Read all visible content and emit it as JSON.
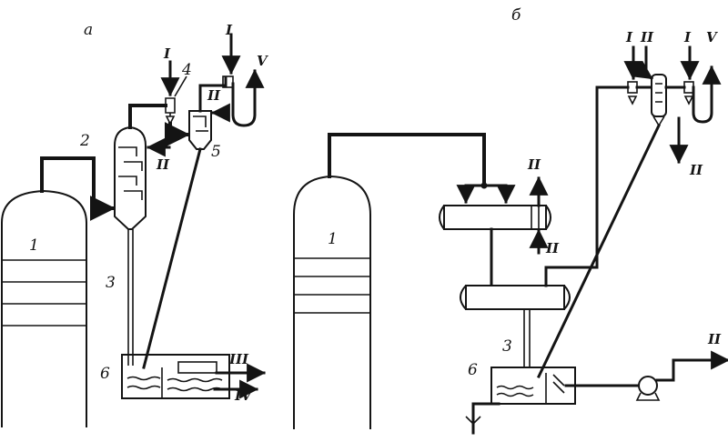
{
  "panels": {
    "a": {
      "letter": "a"
    },
    "b": {
      "letter": "б"
    }
  },
  "labels": {
    "col1": "1",
    "unit2": "2",
    "pipe3": "3",
    "unit4": "4",
    "unit5": "5",
    "tank6": "6",
    "col1_b": "1",
    "pipe3_b": "3",
    "tank6_b": "6"
  },
  "streams": {
    "I": "I",
    "II": "II",
    "III": "III",
    "IV": "IV",
    "V": "V"
  }
}
